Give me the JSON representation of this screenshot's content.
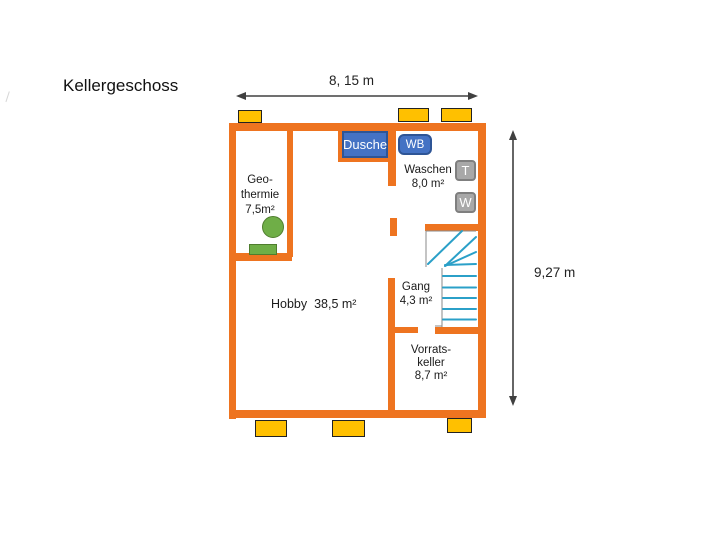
{
  "page_title": "Kellergeschoss",
  "dimensions": {
    "width": {
      "label": "8, 15 m"
    },
    "height": {
      "label": "9,27 m"
    }
  },
  "rooms": {
    "geothermie": {
      "lines": [
        "Geo-",
        "thermie",
        "7,5m²"
      ]
    },
    "hobby": {
      "label": "Hobby  38,5 m²"
    },
    "waschen": {
      "lines": [
        "Waschen",
        "8,0 m²"
      ]
    },
    "gang": {
      "lines": [
        "Gang",
        "4,3 m²"
      ]
    },
    "vorratskeller": {
      "lines": [
        "Vorrats-",
        "keller",
        "8,7 m²"
      ]
    }
  },
  "fixtures": {
    "shower_label": "Dusche",
    "washbasin_label": "WB",
    "dryer_label": "T",
    "washer_label": "W"
  },
  "colors": {
    "wall": "#EE7420",
    "window": "#FFC000",
    "fixture_blue": "#4472C4",
    "fixture_blue_border": "#2E5596",
    "appliance_gray": "#A8A8A8",
    "appliance_gray_border": "#7F7F7F",
    "green": "#6FAE47",
    "green_border": "#4F7D2E",
    "stair_tread": "#2BA0C8",
    "dimension_line": "#404040"
  }
}
